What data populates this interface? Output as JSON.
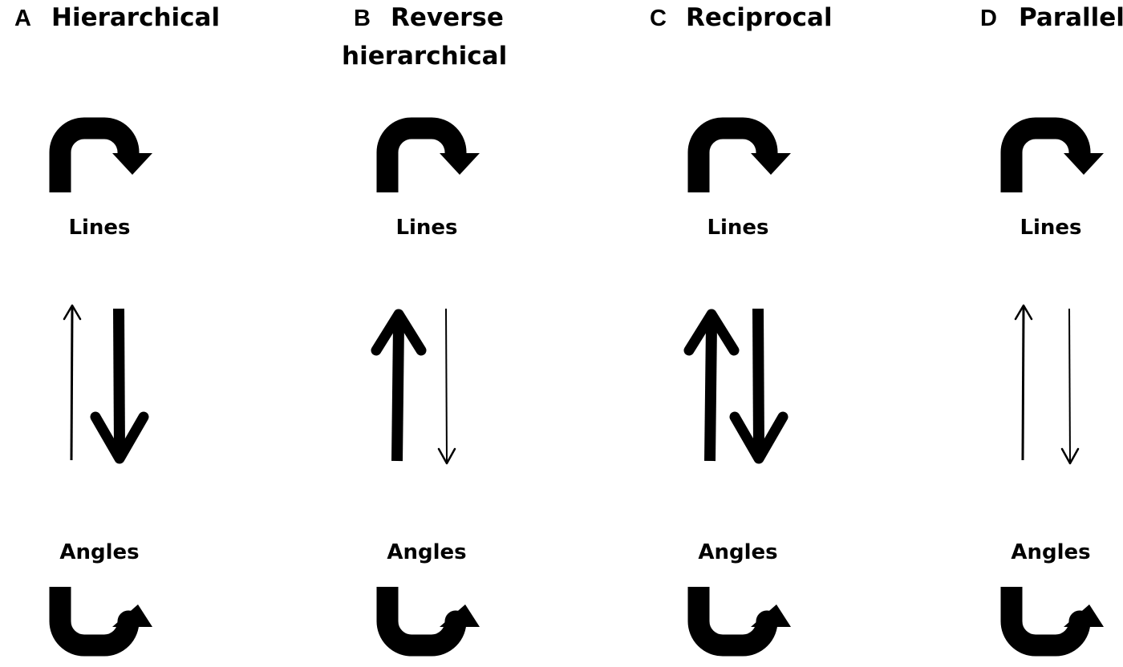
{
  "panels": [
    {
      "letter": "A",
      "title_lines": [
        "Hierarchical"
      ],
      "top_label": "Lines",
      "bottom_label": "Angles",
      "up_arrow": "thin",
      "down_arrow": "thick"
    },
    {
      "letter": "B",
      "title_lines": [
        "Reverse",
        "hierarchical"
      ],
      "top_label": "Lines",
      "bottom_label": "Angles",
      "up_arrow": "thick",
      "down_arrow": "thin"
    },
    {
      "letter": "C",
      "title_lines": [
        "Reciprocal"
      ],
      "top_label": "Lines",
      "bottom_label": "Angles",
      "up_arrow": "thick",
      "down_arrow": "thick"
    },
    {
      "letter": "D",
      "title_lines": [
        "Parallel"
      ],
      "top_label": "Lines",
      "bottom_label": "Angles",
      "up_arrow": "thin",
      "down_arrow": "thin"
    }
  ],
  "colors": {
    "ink": "#000000",
    "background": "#ffffff"
  },
  "icons": {
    "top": "curved-arrow-right-down-icon",
    "bottom": "curved-arrow-right-up-icon",
    "up": "arrow-up-icon",
    "down": "arrow-down-icon"
  }
}
